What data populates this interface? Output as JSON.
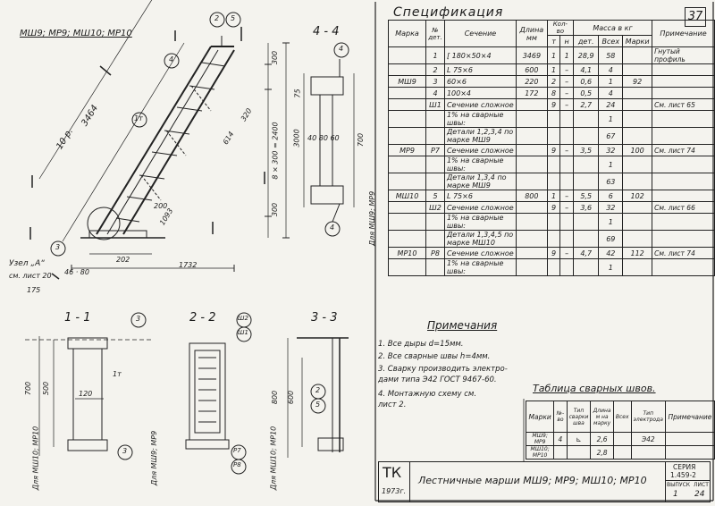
{
  "drawing": {
    "marks_label": "МШ9; МР9; МШ10; МР10",
    "section_4_4": "4 - 4",
    "section_1_1": "1 - 1",
    "section_2_2": "2 - 2",
    "section_3_3": "3 - 3",
    "dim_3464": "3464",
    "dim_10p": "10 р.",
    "dim_1732": "1732",
    "dim_3000": "3000",
    "dim_2400": "8 × 300 = 2400",
    "dim_300_top": "300",
    "dim_300_bot": "300",
    "dim_320": "320",
    "dim_614": "614",
    "dim_1093": "1093",
    "dim_202": "202",
    "dim_200": "200",
    "dim_175": "175",
    "dim_46_80": "46 · 80",
    "node_label": "Узел „А“",
    "node_ref": "см. лист 20",
    "s44_dims": "40 80 60",
    "s44_700": "700",
    "s44_75": "75",
    "s11_120": "120",
    "s11_700": "700",
    "s11_500": "500",
    "s33_800": "800",
    "s33_600": "600",
    "for_mr9": "Для МШ9; МР9",
    "for_mr10": "Для МШ10; МР10",
    "callouts": [
      "1",
      "2",
      "3",
      "4",
      "5",
      "1т",
      "Ш1",
      "Ш2",
      "Р7",
      "Р8"
    ]
  },
  "spec": {
    "title": "Спецификация",
    "page": "37",
    "headers": {
      "mark": "Марка",
      "no": "№ дет.",
      "section": "Сечение",
      "length": "Длина мм",
      "qty": "Кол-во",
      "qty_t": "т",
      "qty_n": "н",
      "mass": "Масса в кг",
      "mass_det": "дет.",
      "mass_all": "Всех",
      "mass_mark": "Марки",
      "note": "Примечание"
    },
    "rows": [
      {
        "mark": "",
        "no": "1",
        "section": "[ 180×50×4",
        "length": "3469",
        "t": "1",
        "n": "1",
        "det": "28,9",
        "all": "58",
        "mm": "",
        "note": "Гнутый профиль"
      },
      {
        "mark": "",
        "no": "2",
        "section": "L 75×6",
        "length": "600",
        "t": "1",
        "n": "–",
        "det": "4,1",
        "all": "4",
        "mm": "",
        "note": ""
      },
      {
        "mark": "МШ9",
        "no": "3",
        "section": "60×6",
        "length": "220",
        "t": "2",
        "n": "–",
        "det": "0,6",
        "all": "1",
        "mm": "92",
        "note": ""
      },
      {
        "mark": "",
        "no": "4",
        "section": "100×4",
        "length": "172",
        "t": "8",
        "n": "–",
        "det": "0,5",
        "all": "4",
        "mm": "",
        "note": ""
      },
      {
        "mark": "",
        "no": "Ш1",
        "section": "Сечение сложное",
        "length": "",
        "t": "9",
        "n": "–",
        "det": "2,7",
        "all": "24",
        "mm": "",
        "note": "См. лист 65"
      },
      {
        "mark": "",
        "no": "",
        "section": "1% на сварные швы:",
        "length": "",
        "t": "",
        "n": "",
        "det": "",
        "all": "1",
        "mm": "",
        "note": ""
      },
      {
        "mark": "",
        "no": "",
        "section": "Детали 1,2,3,4 по марке МШ9",
        "length": "",
        "t": "",
        "n": "",
        "det": "",
        "all": "67",
        "mm": "",
        "note": ""
      },
      {
        "mark": "МР9",
        "no": "Р7",
        "section": "Сечение сложное",
        "length": "",
        "t": "9",
        "n": "–",
        "det": "3,5",
        "all": "32",
        "mm": "100",
        "note": "См. лист 74"
      },
      {
        "mark": "",
        "no": "",
        "section": "1% на сварные швы:",
        "length": "",
        "t": "",
        "n": "",
        "det": "",
        "all": "1",
        "mm": "",
        "note": ""
      },
      {
        "mark": "",
        "no": "",
        "section": "Детали 1,3,4 по марке МШ9",
        "length": "",
        "t": "",
        "n": "",
        "det": "",
        "all": "63",
        "mm": "",
        "note": ""
      },
      {
        "mark": "МШ10",
        "no": "5",
        "section": "L 75×6",
        "length": "800",
        "t": "1",
        "n": "–",
        "det": "5,5",
        "all": "6",
        "mm": "102",
        "note": ""
      },
      {
        "mark": "",
        "no": "Ш2",
        "section": "Сечение сложное",
        "length": "",
        "t": "9",
        "n": "–",
        "det": "3,6",
        "all": "32",
        "mm": "",
        "note": "См. лист 66"
      },
      {
        "mark": "",
        "no": "",
        "section": "1% на сварные швы:",
        "length": "",
        "t": "",
        "n": "",
        "det": "",
        "all": "1",
        "mm": "",
        "note": ""
      },
      {
        "mark": "",
        "no": "",
        "section": "Детали 1,3,4,5 по марке МШ10",
        "length": "",
        "t": "",
        "n": "",
        "det": "",
        "all": "69",
        "mm": "",
        "note": ""
      },
      {
        "mark": "МР10",
        "no": "Р8",
        "section": "Сечение сложное",
        "length": "",
        "t": "9",
        "n": "–",
        "det": "4,7",
        "all": "42",
        "mm": "112",
        "note": "См. лист 74"
      },
      {
        "mark": "",
        "no": "",
        "section": "1% на сварные швы:",
        "length": "",
        "t": "",
        "n": "",
        "det": "",
        "all": "1",
        "mm": "",
        "note": ""
      }
    ]
  },
  "notes": {
    "title": "Примечания",
    "items": [
      "1. Все дыры d=15мм.",
      "2. Все сварные швы h=4мм.",
      "3. Сварку производить электро-",
      "    дами типа Э42 ГОСТ 9467-60.",
      "4. Монтажную схему см.",
      "    лист 2."
    ]
  },
  "weld_table": {
    "title": "Таблица сварных швов.",
    "headers": [
      "Марки",
      "№-во",
      "Тип сварки шва",
      "Длина м на марку",
      "Всех",
      "Тип электрода",
      "Примечание"
    ],
    "rows": [
      {
        "marks": "МШ9; МР9",
        "h": "4",
        "len": "2,6",
        "elec": "Э42"
      },
      {
        "marks": "МШ10; МР10",
        "h": "",
        "len": "2,8",
        "elec": ""
      }
    ]
  },
  "stamp": {
    "org": "ТК",
    "year": "1973г.",
    "title": "Лестничные марши МШ9; МР9; МШ10; МР10",
    "series_label": "СЕРИЯ",
    "series": "1.459-2",
    "issue_label": "ВЫПУСК",
    "sheet_label": "ЛИСТ",
    "issue": "1",
    "sheet": "24"
  }
}
